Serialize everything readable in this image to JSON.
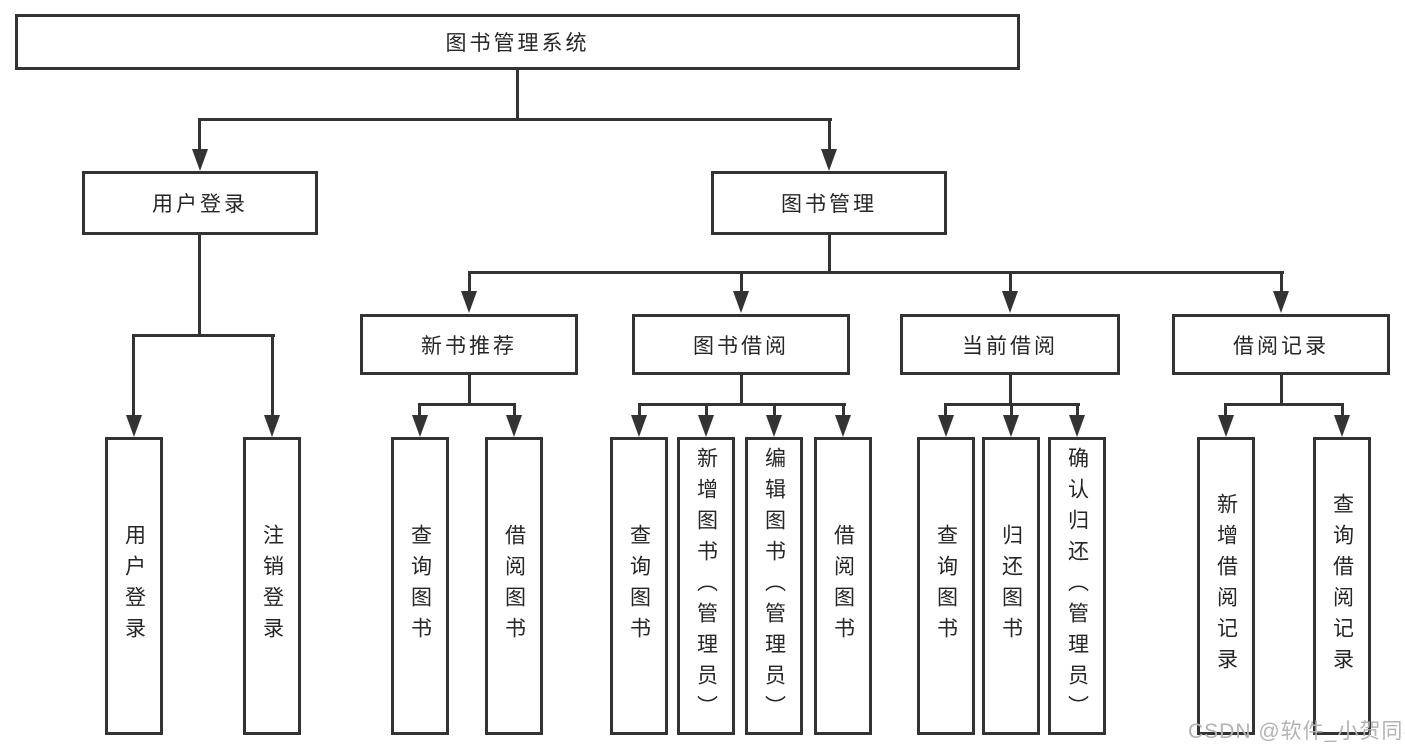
{
  "tree": {
    "root": "图书管理系统",
    "branches": [
      {
        "label": "用户登录",
        "children": [
          "用户登录",
          "注销登录"
        ]
      },
      {
        "label": "图书管理",
        "groups": [
          {
            "label": "新书推荐",
            "children": [
              "查询图书",
              "借阅图书"
            ]
          },
          {
            "label": "图书借阅",
            "children": [
              "查询图书",
              "新增图书（管理员）",
              "编辑图书（管理员）",
              "借阅图书"
            ]
          },
          {
            "label": "当前借阅",
            "children": [
              "查询图书",
              "归还图书",
              "确认归还（管理员）"
            ]
          },
          {
            "label": "借阅记录",
            "children": [
              "新增借阅记录",
              "查询借阅记录"
            ]
          }
        ]
      }
    ]
  },
  "watermark": "CSDN @软件_小贺同学",
  "colors": {
    "line": "#333333",
    "text": "#262626",
    "watermark": "#b3b3b3",
    "background": "#ffffff"
  }
}
